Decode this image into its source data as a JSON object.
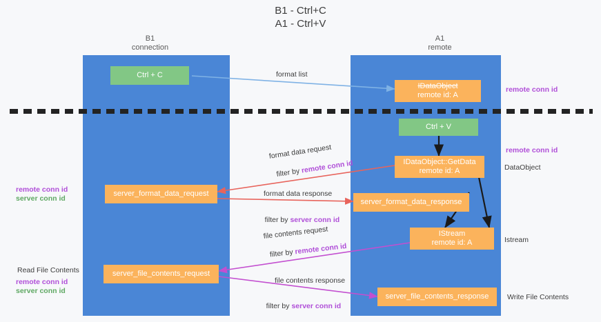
{
  "title": "B1 - Ctrl+C\nA1 - Ctrl+V",
  "columns": [
    {
      "name": "B1",
      "role": "connection",
      "label": "B1\nconnection"
    },
    {
      "name": "A1",
      "role": "remote",
      "label": "A1\nremote"
    }
  ],
  "colors": {
    "lane": "#4a86d6",
    "green_node": "#82c785",
    "orange_node": "#fbb35c",
    "purple_text": "#b04fd8",
    "green_text": "#5fa863",
    "arrow_blue": "#7fb2e5",
    "arrow_red": "#e8645c",
    "arrow_purple": "#c34fd0",
    "arrow_black": "#1a1a1a",
    "background": "#f7f8fa",
    "divider": "#232323"
  },
  "nodes": [
    {
      "id": "ctrl_c",
      "label": "Ctrl + C",
      "label2": "",
      "kind": "green",
      "lane": "B1"
    },
    {
      "id": "idataobject_top",
      "label": "IDataObject",
      "label2": "remote id: A",
      "kind": "orange",
      "lane": "A1",
      "struck": true
    },
    {
      "id": "ctrl_v",
      "label": "Ctrl + V",
      "label2": "",
      "kind": "green",
      "lane": "A1"
    },
    {
      "id": "idataobject_getdata",
      "label": "IDataObject::GetData",
      "label2": "remote id: A",
      "kind": "orange",
      "lane": "A1"
    },
    {
      "id": "server_format_data_request",
      "label": "server_format_data_request",
      "label2": "",
      "kind": "orange",
      "lane": "B1"
    },
    {
      "id": "server_format_data_response",
      "label": "server_format_data_response",
      "label2": "",
      "kind": "orange",
      "lane": "A1"
    },
    {
      "id": "istream",
      "label": "IStream",
      "label2": "remote id: A",
      "kind": "orange",
      "lane": "A1"
    },
    {
      "id": "server_file_contents_request",
      "label": "server_file_contents_request",
      "label2": "",
      "kind": "orange",
      "lane": "B1"
    },
    {
      "id": "server_file_contents_response",
      "label": "server_file_contents_response",
      "label2": "",
      "kind": "orange",
      "lane": "A1"
    }
  ],
  "edge_labels": {
    "format_list": "format list",
    "format_data_request": "format data request",
    "format_data_request_filter_prefix": "filter by ",
    "format_data_request_filter_key": "remote conn id",
    "format_data_response": "format data response",
    "format_data_response_filter_prefix": "filter by ",
    "format_data_response_filter_key": "server conn id",
    "file_contents_request": "file contents request",
    "file_contents_request_filter_prefix": "filter by ",
    "file_contents_request_filter_key": "remote conn id",
    "file_contents_response": "file contents response",
    "file_contents_response_filter_prefix": "filter by ",
    "file_contents_response_filter_key": "server conn id"
  },
  "annotations": {
    "right_remote_conn_id_top": "remote conn id",
    "right_remote_conn_id_mid": "remote conn id",
    "right_dataobject": "DataObject",
    "right_istream": "Istream",
    "right_write_file_contents": "Write File Contents",
    "left_remote_conn_id_mid": "remote conn id",
    "left_server_conn_id_mid": "server conn id",
    "left_read_file_contents": "Read File Contents",
    "left_remote_conn_id_bottom": "remote conn id",
    "left_server_conn_id_bottom": "server conn id"
  }
}
